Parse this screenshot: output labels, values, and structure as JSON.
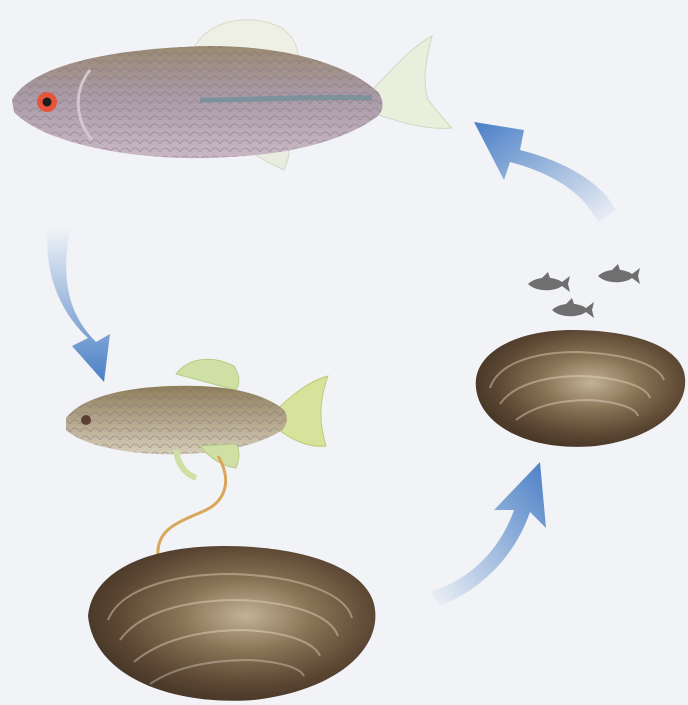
{
  "diagram": {
    "kind": "life-cycle",
    "labels": [],
    "nodes": [
      {
        "id": "adult-bitterling",
        "icon": "fish-icon"
      },
      {
        "id": "female-with-ovipositor",
        "icon": "fish-icon"
      },
      {
        "id": "host-mussel-spawning",
        "icon": "mussel-icon"
      },
      {
        "id": "host-mussel-juveniles",
        "icon": "mussel-icon"
      },
      {
        "id": "juvenile-fish",
        "icon": "small-fish-icon",
        "count": 3
      }
    ],
    "arrows": [
      {
        "from": "adult-bitterling",
        "to": "female-with-ovipositor"
      },
      {
        "from": "host-mussel-spawning",
        "to": "host-mussel-juveniles"
      },
      {
        "from": "host-mussel-juveniles",
        "to": "adult-bitterling"
      }
    ]
  },
  "colors": {
    "background": "#f1f3f6",
    "arrow": "#4a7fc6",
    "shell_dark": "#4a3a2a",
    "shell_light": "#b8a88e",
    "fish_body": "#a9998b",
    "fin": "#e8ecd6",
    "ovipositor": "#d9a65a",
    "juvenile": "#6f6f6f"
  }
}
